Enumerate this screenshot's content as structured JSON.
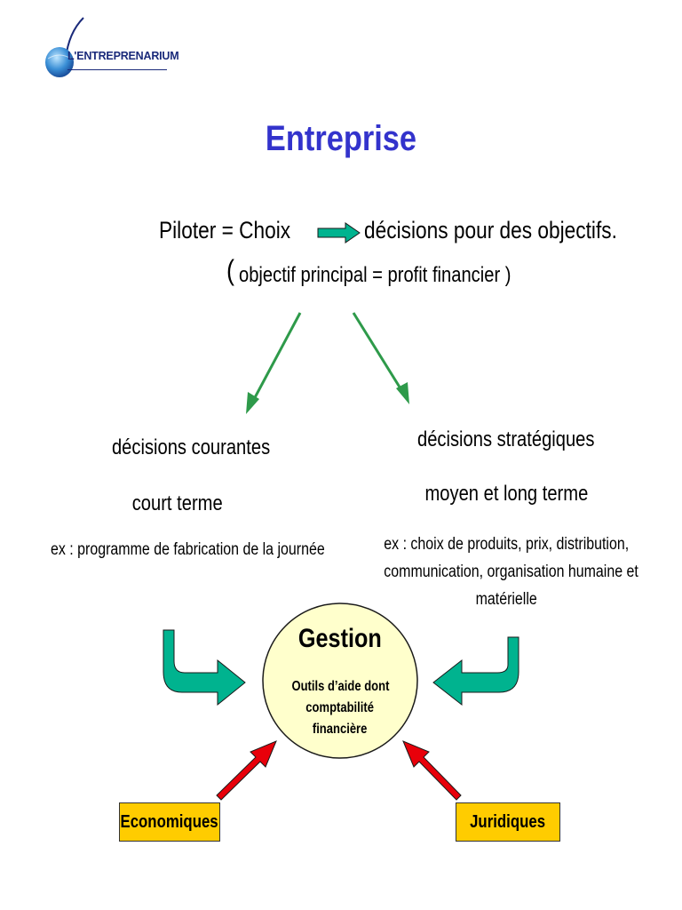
{
  "logo": {
    "text": "L'ENTREPRENARIUM"
  },
  "title": "Entreprise",
  "main_line": {
    "left": "Piloter  =  Choix",
    "right": "décisions pour des objectifs.",
    "paren_open": "(",
    "sub": "objectif principal = profit financier )"
  },
  "left_branch": {
    "title": "décisions courantes",
    "term": "court terme",
    "example": "ex : programme de fabrication de la journée"
  },
  "right_branch": {
    "title": "décisions stratégiques",
    "term": "moyen et long terme",
    "example_lines": [
      "ex : choix de produits, prix, distribution,",
      "communication, organisation humaine et",
      "matérielle"
    ]
  },
  "center": {
    "title": "Gestion",
    "lines": [
      "Outils d’aide dont",
      "comptabilité",
      "financière"
    ]
  },
  "boxes": {
    "left": "Economiques",
    "right": "Juridiques"
  },
  "colors": {
    "title": "#3333cc",
    "teal_arrow": "#00b38f",
    "green_arrow": "#2e9a4a",
    "red_arrow": "#e8000a",
    "box_fill": "#ffcc00",
    "circle_fill": "#ffffcc"
  }
}
